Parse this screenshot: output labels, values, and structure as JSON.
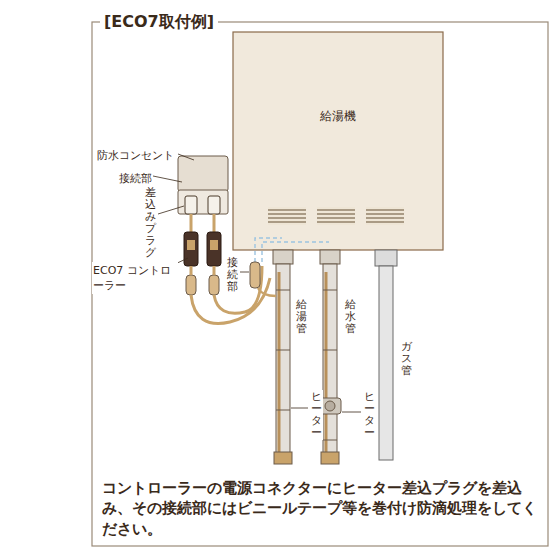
{
  "diagram": {
    "title": "[ECO7取付例]",
    "caption": "コントローラーの電源コネクターにヒーター差込プラグを差込み、その接続部にはビニールテープ等を巻付け防滴処理をしてください。",
    "nodes": [
      {
        "text": [
          "給湯機"
        ]
      }
    ],
    "labels": [
      "防水コンセント",
      "接続部",
      "差込みプラグ",
      "ECO7 コントローラー",
      "接続部",
      "給湯管",
      "給水管",
      "ヒーター",
      "ヒーター",
      "ガス管"
    ]
  }
}
